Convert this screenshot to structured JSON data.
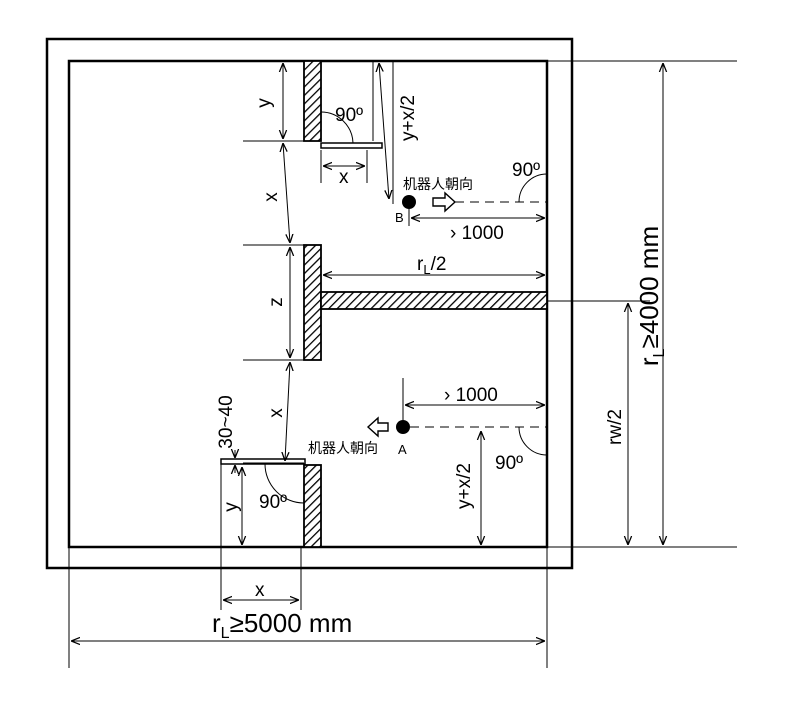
{
  "labels": {
    "y_top": "y",
    "angle_top": "90º",
    "yx2_top": "y+x/2",
    "x_top": "x",
    "x_left_upper": "x",
    "angle_right_upper": "90º",
    "robot_dir_b": "机器人朝向",
    "point_b": "B",
    "gt1000_upper": "› 1000",
    "z": "z",
    "rl_half": "r",
    "rl_half_sub": "L",
    "rl_half_suffix": "/2",
    "x_left_lower": "x",
    "gt1000_lower": "› 1000",
    "robot_dir_a": "机器人朝向",
    "point_a": "A",
    "range_30_40": "30~40",
    "angle_right_lower": "90º",
    "yx2_bottom": "y+x/2",
    "y_bottom": "y",
    "angle_bottom": "90º",
    "rw_half": "rw/2",
    "x_bottom": "x",
    "rl_width_r": "r",
    "rl_width_sub": "L",
    "rl_width_suffix": "≥5000 mm",
    "rl_height_r": "r",
    "rl_height_sub": "L",
    "rl_height_suffix": "≥4000 mm"
  }
}
